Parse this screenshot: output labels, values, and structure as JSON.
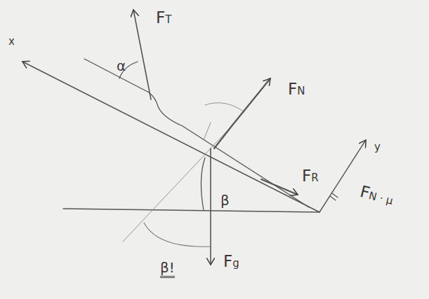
{
  "diagram": {
    "labels": [
      "x",
      "FT",
      "α",
      "FN",
      "FR",
      "y",
      "FN · μ",
      "β",
      "β!",
      "Fg"
    ]
  }
}
